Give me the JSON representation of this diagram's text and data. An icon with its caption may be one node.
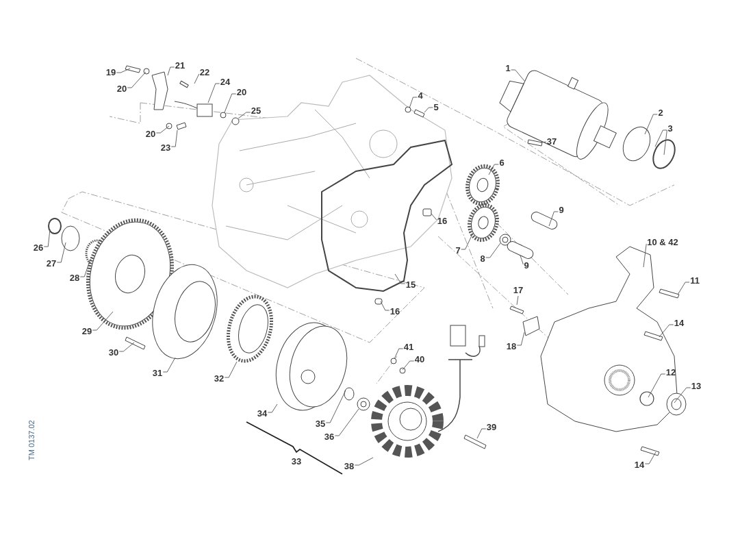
{
  "diagram": {
    "nodes": [
      {
        "text": [
          "1"
        ]
      },
      {
        "text": [
          "2"
        ]
      },
      {
        "text": [
          "3"
        ]
      },
      {
        "text": [
          "4"
        ]
      },
      {
        "text": [
          "5"
        ]
      },
      {
        "text": [
          "6"
        ]
      },
      {
        "text": [
          "7"
        ]
      },
      {
        "text": [
          "8"
        ]
      },
      {
        "text": [
          "9"
        ]
      },
      {
        "text": [
          "9"
        ]
      },
      {
        "text": [
          "10 & 42"
        ]
      },
      {
        "text": [
          "11"
        ]
      },
      {
        "text": [
          "12"
        ]
      },
      {
        "text": [
          "13"
        ]
      },
      {
        "text": [
          "14"
        ]
      },
      {
        "text": [
          "14"
        ]
      },
      {
        "text": [
          "15"
        ]
      },
      {
        "text": [
          "16"
        ]
      },
      {
        "text": [
          "16"
        ]
      },
      {
        "text": [
          "17"
        ]
      },
      {
        "text": [
          "18"
        ]
      },
      {
        "text": [
          "19"
        ]
      },
      {
        "text": [
          "20"
        ]
      },
      {
        "text": [
          "21"
        ]
      },
      {
        "text": [
          "22"
        ]
      },
      {
        "text": [
          "23"
        ]
      },
      {
        "text": [
          "24"
        ]
      },
      {
        "text": [
          "20"
        ]
      },
      {
        "text": [
          "25"
        ]
      },
      {
        "text": [
          "20"
        ]
      },
      {
        "text": [
          "26"
        ]
      },
      {
        "text": [
          "27"
        ]
      },
      {
        "text": [
          "28"
        ]
      },
      {
        "text": [
          "29"
        ]
      },
      {
        "text": [
          "30"
        ]
      },
      {
        "text": [
          "31"
        ]
      },
      {
        "text": [
          "32"
        ]
      },
      {
        "text": [
          "34"
        ]
      },
      {
        "text": [
          "35"
        ]
      },
      {
        "text": [
          "36"
        ]
      },
      {
        "text": [
          "37"
        ]
      },
      {
        "text": [
          "38"
        ]
      },
      {
        "text": [
          "39"
        ]
      },
      {
        "text": [
          "40"
        ]
      },
      {
        "text": [
          "41"
        ]
      }
    ],
    "edges": [
      {
        "from": 0,
        "to": null,
        "arrow": "none"
      },
      {
        "from": 1,
        "to": null,
        "arrow": "none"
      },
      {
        "from": 2,
        "to": null,
        "arrow": "none"
      },
      {
        "from": 2,
        "to": null,
        "arrow": "none"
      },
      {
        "from": 3,
        "to": null,
        "arrow": "none"
      },
      {
        "from": 4,
        "to": null,
        "arrow": "none"
      },
      {
        "from": 5,
        "to": null,
        "arrow": "none"
      },
      {
        "from": 6,
        "to": null,
        "arrow": "none"
      },
      {
        "from": 7,
        "to": null,
        "arrow": "none"
      },
      {
        "from": 8,
        "to": null,
        "arrow": "none"
      },
      {
        "from": 9,
        "to": null,
        "arrow": "none"
      },
      {
        "from": 10,
        "to": null,
        "arrow": "none"
      },
      {
        "from": 11,
        "to": null,
        "arrow": "none"
      },
      {
        "from": 12,
        "to": null,
        "arrow": "none"
      },
      {
        "from": 13,
        "to": null,
        "arrow": "none"
      },
      {
        "from": 14,
        "to": null,
        "arrow": "none"
      },
      {
        "from": 15,
        "to": null,
        "arrow": "none"
      },
      {
        "from": 16,
        "to": null,
        "arrow": "none"
      },
      {
        "from": 17,
        "to": null,
        "arrow": "none"
      },
      {
        "from": 18,
        "to": null,
        "arrow": "none"
      },
      {
        "from": 19,
        "to": null,
        "arrow": "none"
      },
      {
        "from": 20,
        "to": null,
        "arrow": "none"
      },
      {
        "from": 21,
        "to": null,
        "arrow": "none"
      },
      {
        "from": 22,
        "to": null,
        "arrow": "none"
      },
      {
        "from": 23,
        "to": null,
        "arrow": "none"
      },
      {
        "from": 24,
        "to": null,
        "arrow": "none"
      },
      {
        "from": 25,
        "to": null,
        "arrow": "none"
      },
      {
        "from": 26,
        "to": null,
        "arrow": "none"
      },
      {
        "from": 27,
        "to": null,
        "arrow": "none"
      },
      {
        "from": 28,
        "to": null,
        "arrow": "none"
      },
      {
        "from": 29,
        "to": null,
        "arrow": "none"
      },
      {
        "from": 30,
        "to": null,
        "arrow": "none"
      },
      {
        "from": 31,
        "to": null,
        "arrow": "none"
      },
      {
        "from": 32,
        "to": null,
        "arrow": "none"
      },
      {
        "from": 33,
        "to": null,
        "arrow": "none"
      },
      {
        "from": 34,
        "to": null,
        "arrow": "none"
      },
      {
        "from": 35,
        "to": null,
        "arrow": "none"
      },
      {
        "from": 36,
        "to": null,
        "arrow": "none"
      },
      {
        "from": 37,
        "to": null,
        "arrow": "none"
      },
      {
        "from": 38,
        "to": null,
        "arrow": "none"
      },
      {
        "from": 39,
        "to": null,
        "arrow": "none"
      },
      {
        "from": 40,
        "to": null,
        "arrow": "none"
      },
      {
        "from": 41,
        "to": null,
        "arrow": "none"
      },
      {
        "from": 42,
        "to": null,
        "arrow": "none"
      },
      {
        "from": 43,
        "to": null,
        "arrow": "none"
      },
      {
        "from": 44,
        "to": null,
        "arrow": "none"
      }
    ],
    "labels": [
      "33",
      "TM 0137.02"
    ]
  }
}
